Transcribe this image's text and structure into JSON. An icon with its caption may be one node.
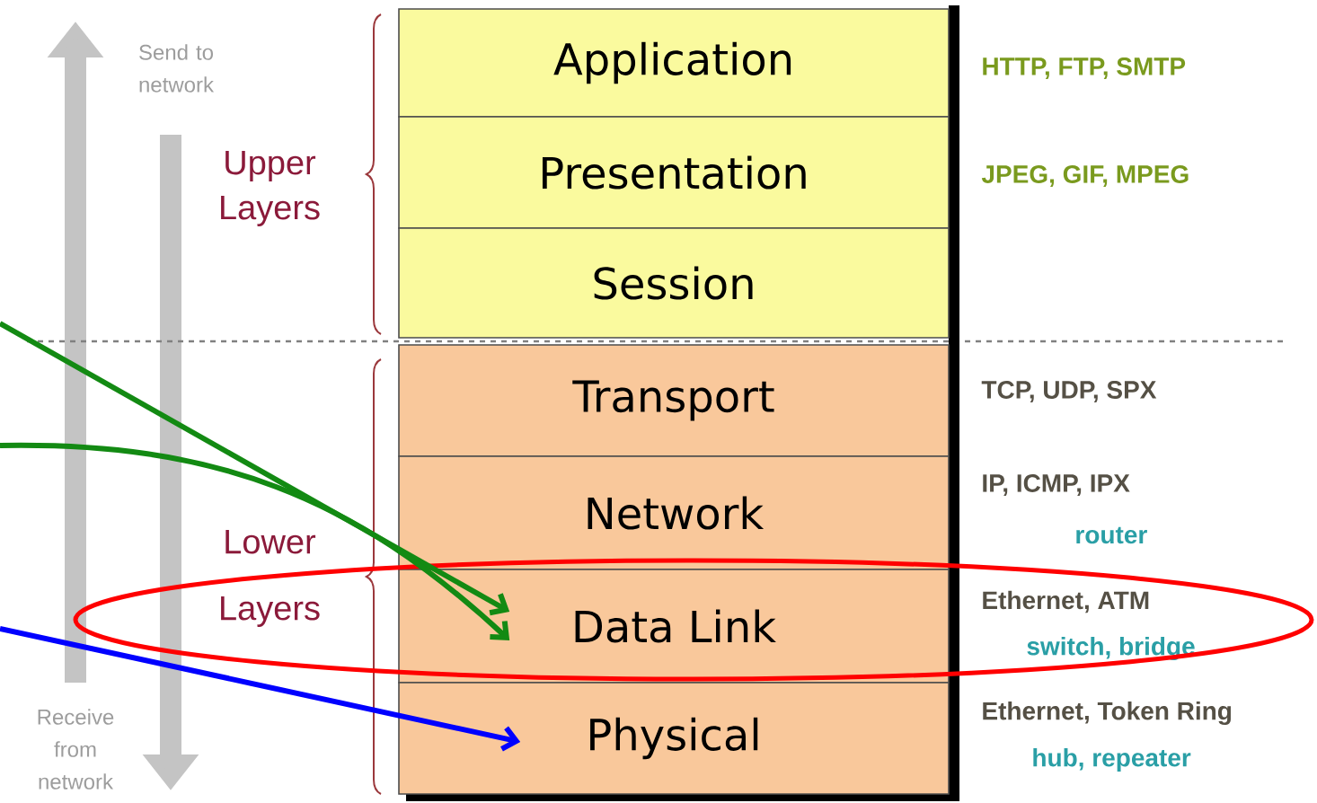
{
  "diagram": {
    "nodes": [
      {
        "text": [
          "Application"
        ],
        "beside": [
          "HTTP, FTP, SMTP"
        ]
      },
      {
        "text": [
          "Presentation"
        ],
        "beside": [
          "JPEG, GIF, MPEG"
        ]
      },
      {
        "text": [
          "Session"
        ]
      },
      {
        "text": [
          "Transport"
        ],
        "beside": [
          "TCP, UDP, SPX"
        ]
      },
      {
        "text": [
          "Network"
        ],
        "beside": [
          "IP, ICMP, IPX",
          "router"
        ]
      },
      {
        "text": [
          "Data Link"
        ],
        "beside": [
          "Ethernet, ATM",
          "switch, bridge"
        ]
      },
      {
        "text": [
          "Physical"
        ],
        "beside": [
          "Ethernet, Token Ring",
          "hub, repeater"
        ]
      }
    ],
    "edges": [
      {
        "from": null,
        "to": 5,
        "arrow": "to"
      },
      {
        "from": null,
        "to": 5,
        "arrow": "to"
      },
      {
        "from": null,
        "to": 6,
        "arrow": "to",
        "color": "#0000ff"
      }
    ],
    "labels": [
      "Send to network",
      "Upper Layers",
      "Lower Layers",
      "Receive from network"
    ]
  }
}
